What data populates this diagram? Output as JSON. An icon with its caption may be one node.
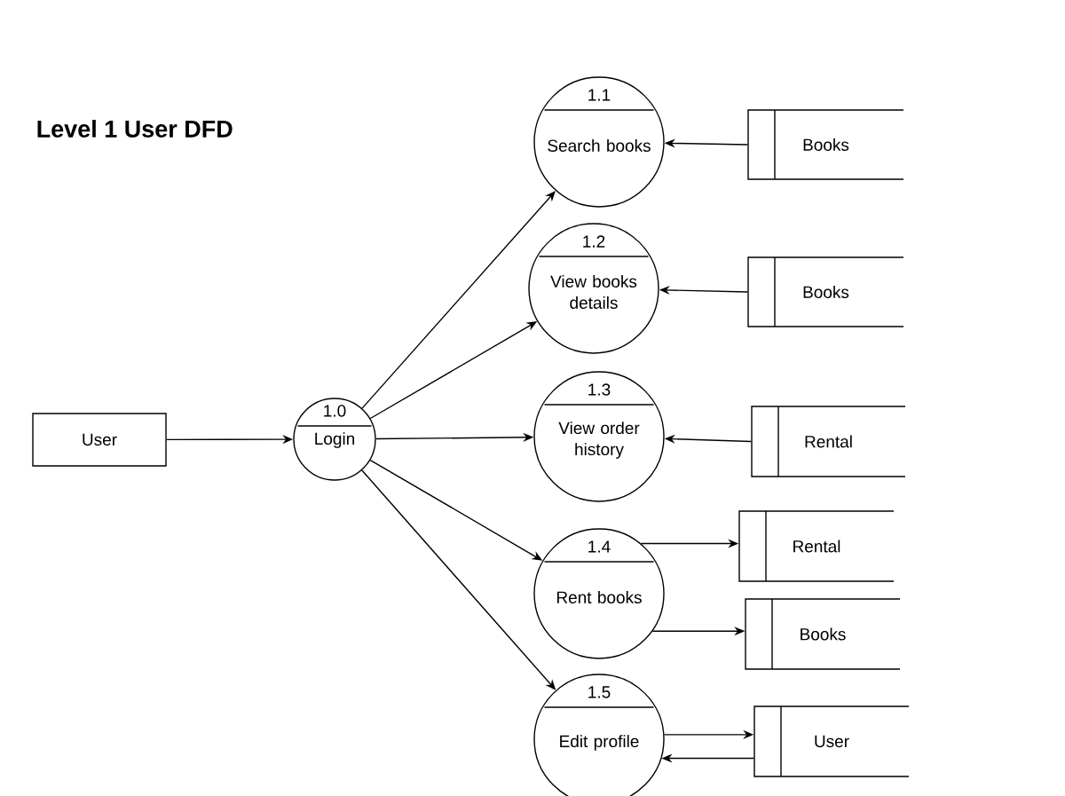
{
  "diagram": {
    "title": "Level 1 User  DFD",
    "nodes": [
      {
        "text": [
          "User"
        ]
      },
      {
        "text": [
          "1.0",
          "Login"
        ]
      },
      {
        "text": [
          "1.1",
          "Search books"
        ]
      },
      {
        "text": [
          "1.2",
          "View books details"
        ]
      },
      {
        "text": [
          "1.3",
          "View order history"
        ]
      },
      {
        "text": [
          "1.4",
          "Rent books"
        ]
      },
      {
        "text": [
          "1.5",
          "Edit profile"
        ]
      },
      {
        "text": [
          "Books"
        ]
      },
      {
        "text": [
          "Books"
        ]
      },
      {
        "text": [
          "Rental"
        ]
      },
      {
        "text": [
          "Rental"
        ]
      },
      {
        "text": [
          "Books"
        ]
      },
      {
        "text": [
          "User"
        ]
      }
    ],
    "edges": [
      {
        "from": 0,
        "to": 1,
        "arrow": "to"
      },
      {
        "from": 1,
        "to": 2,
        "arrow": "to"
      },
      {
        "from": 1,
        "to": 3,
        "arrow": "to"
      },
      {
        "from": 1,
        "to": 4,
        "arrow": "to"
      },
      {
        "from": 1,
        "to": 5,
        "arrow": "to"
      },
      {
        "from": 1,
        "to": 6,
        "arrow": "to"
      },
      {
        "from": 7,
        "to": 2,
        "arrow": "to"
      },
      {
        "from": 8,
        "to": 3,
        "arrow": "to"
      },
      {
        "from": 9,
        "to": 4,
        "arrow": "to"
      },
      {
        "from": 5,
        "to": 10,
        "arrow": "to"
      },
      {
        "from": 5,
        "to": 11,
        "arrow": "to"
      },
      {
        "from": 6,
        "to": 12,
        "arrow": "to"
      },
      {
        "from": 12,
        "to": 6,
        "arrow": "to"
      }
    ]
  }
}
